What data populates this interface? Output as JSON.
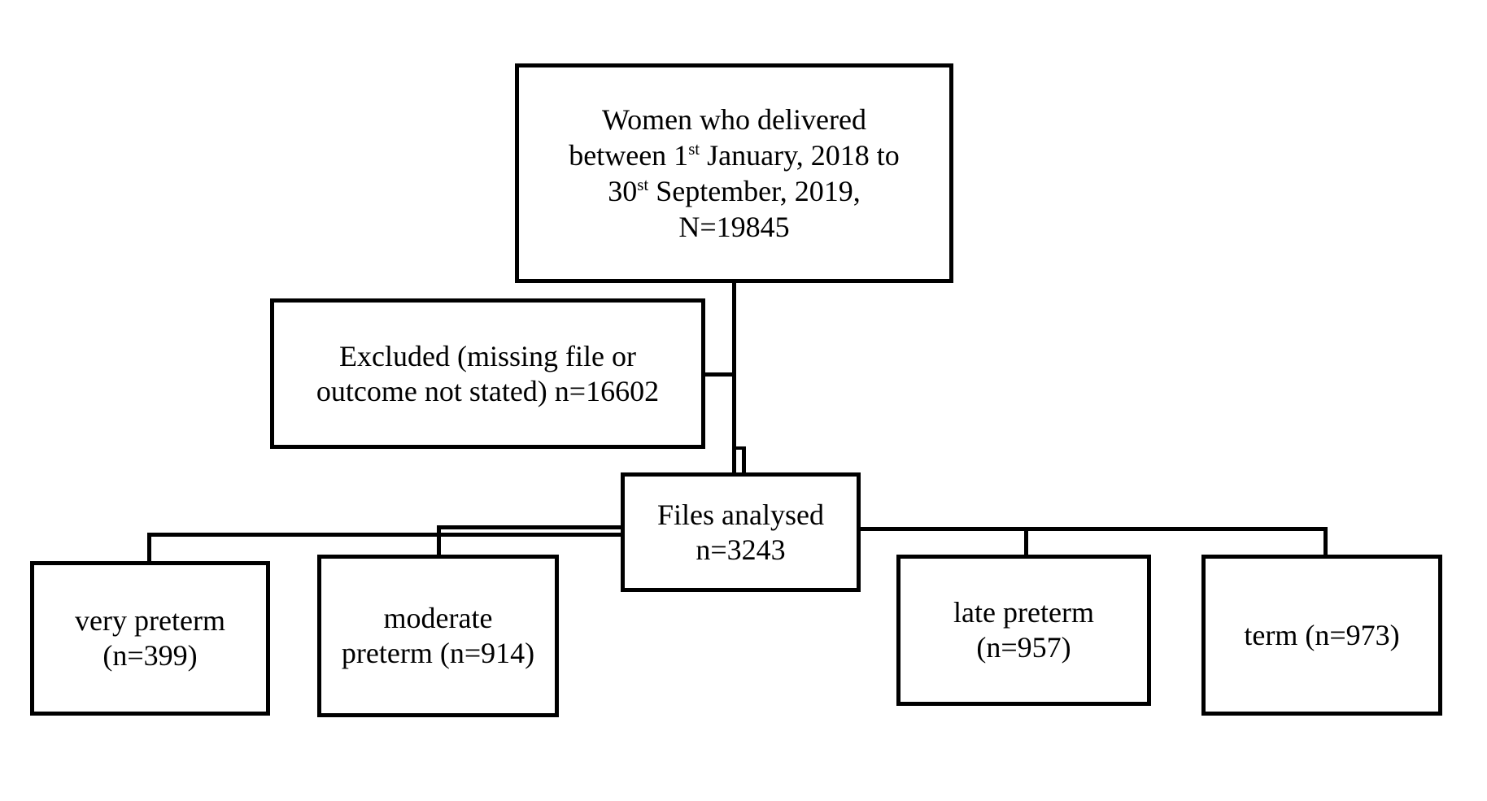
{
  "diagram": {
    "type": "flowchart",
    "colors": {
      "border": "#000000",
      "background": "#ffffff",
      "text": "#000000"
    },
    "top_box": {
      "lines": [
        {
          "segments": [
            {
              "text": "Women who delivered"
            }
          ]
        },
        {
          "segments": [
            {
              "text": "between 1"
            },
            {
              "text": "st",
              "sup": true
            },
            {
              "text": " January, 2018 to"
            }
          ]
        },
        {
          "segments": [
            {
              "text": "30"
            },
            {
              "text": "st",
              "sup": true
            },
            {
              "text": " September, 2019,"
            }
          ]
        },
        {
          "segments": [
            {
              "text": "N=19845"
            }
          ]
        }
      ],
      "n": 19845
    },
    "excluded_box": {
      "lines": [
        "Excluded (missing file or",
        "outcome not stated) n=16602"
      ],
      "n": 16602
    },
    "files_box": {
      "lines": [
        "Files analysed",
        "n=3243"
      ],
      "n": 3243
    },
    "outcome_boxes": [
      {
        "id": "very-preterm",
        "lines": [
          "very preterm",
          "(n=399)"
        ],
        "n": 399
      },
      {
        "id": "moderate-preterm",
        "lines": [
          "moderate",
          "preterm (n=914)"
        ],
        "n": 914
      },
      {
        "id": "late-preterm",
        "lines": [
          "late preterm",
          "(n=957)"
        ],
        "n": 957
      },
      {
        "id": "term",
        "lines": [
          "term (n=973)"
        ],
        "n": 973
      }
    ]
  }
}
